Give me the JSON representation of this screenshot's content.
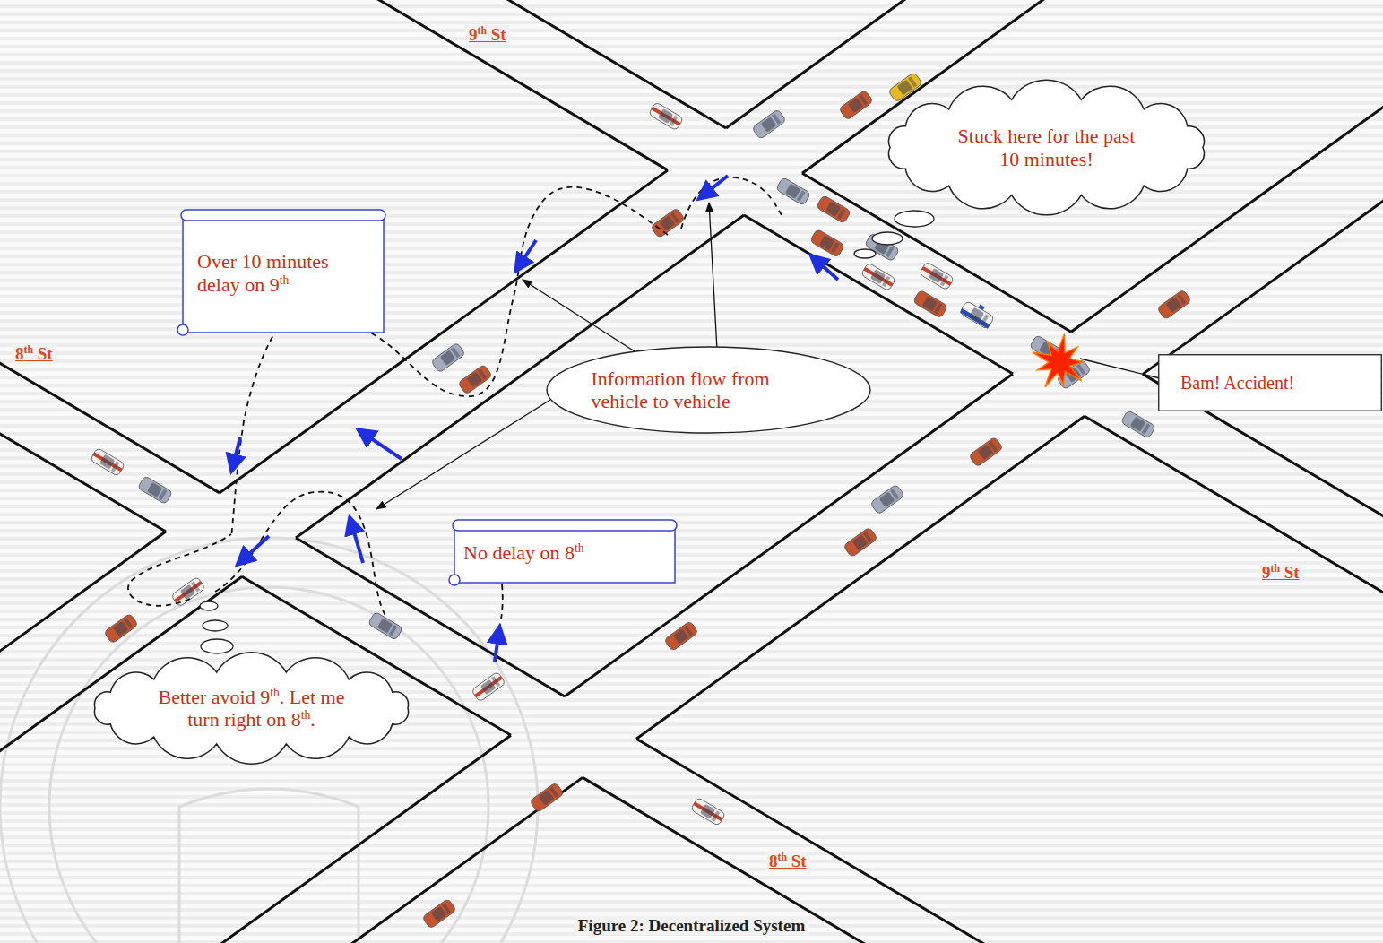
{
  "diagram": {
    "caption": "Figure 2: Decentralized System",
    "nodes": [
      {
        "text": [
          "Stuck here for the past 10 minutes!"
        ]
      },
      {
        "text": [
          "Over 10 minutes delay on 9th"
        ]
      },
      {
        "text": [
          "Information flow from vehicle to vehicle"
        ]
      },
      {
        "text": [
          "Bam! Accident!"
        ]
      },
      {
        "text": [
          "No delay on 8th"
        ]
      },
      {
        "text": [
          "Better avoid 9th. Let me turn right on 8th."
        ]
      }
    ],
    "labels": [
      "9th St",
      "8th St",
      "9th St",
      "8th St"
    ]
  }
}
